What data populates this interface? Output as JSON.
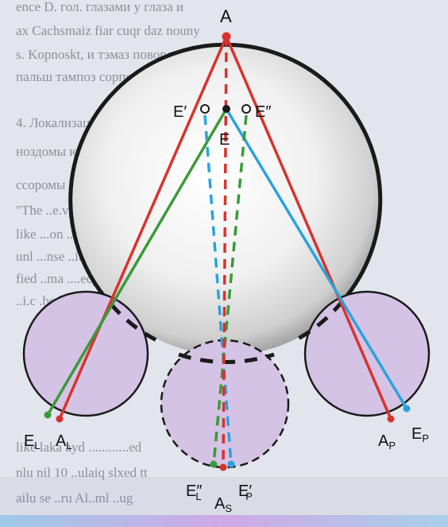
{
  "background_text": [
    "ence  D. гол. глазами у глаза и",
    "ax Cachsmaiz fiar cuqr daz nouny",
    "s. Kopnoskt, и тэмаз поворот",
    "пальш тампоз сорпс сигвле",
    "4. Локализация",
    "ноздомы ю энуна юджу у ви",
    "ссоромы вознигенон пле посоте",
    "\"The ..e.vy ..ven on ..cirsud nn ta",
    "like ...on ...ilomyd ..mpv n Ia",
    "unl ...nse ..it pusi...cn ve...an",
    "fied ..ma  ....ecy ..ecd e.,  ....",
    "..i.c .bed ...ns..., .....sou...",
    "like laka ayd ............ed",
    "nlu nil 10 ..ulaiq slxed tt",
    "ailu se ..ru  Al..ml ..ug"
  ],
  "labels": {
    "A": "A",
    "E": "E",
    "E_prime": "E′",
    "E_dprime": "E″",
    "E_L": "E",
    "E_L_sub": "L",
    "A_L": "A",
    "A_L_sub": "L",
    "A_P": "A",
    "A_P_sub": "P",
    "E_P": "E",
    "E_P_sub": "P",
    "E_L_dprime": "E″",
    "E_L_dprime_sub": "L",
    "A_S": "A",
    "A_S_sub": "S",
    "E_P_prime": "E′",
    "E_P_prime_sub": "P"
  },
  "colors": {
    "red": "#d8322f",
    "green": "#3a9a3a",
    "blue": "#2aa3dc",
    "lilac": "#d5c3e6",
    "head": "#dcdcdc",
    "outline": "#1a1a1a"
  }
}
